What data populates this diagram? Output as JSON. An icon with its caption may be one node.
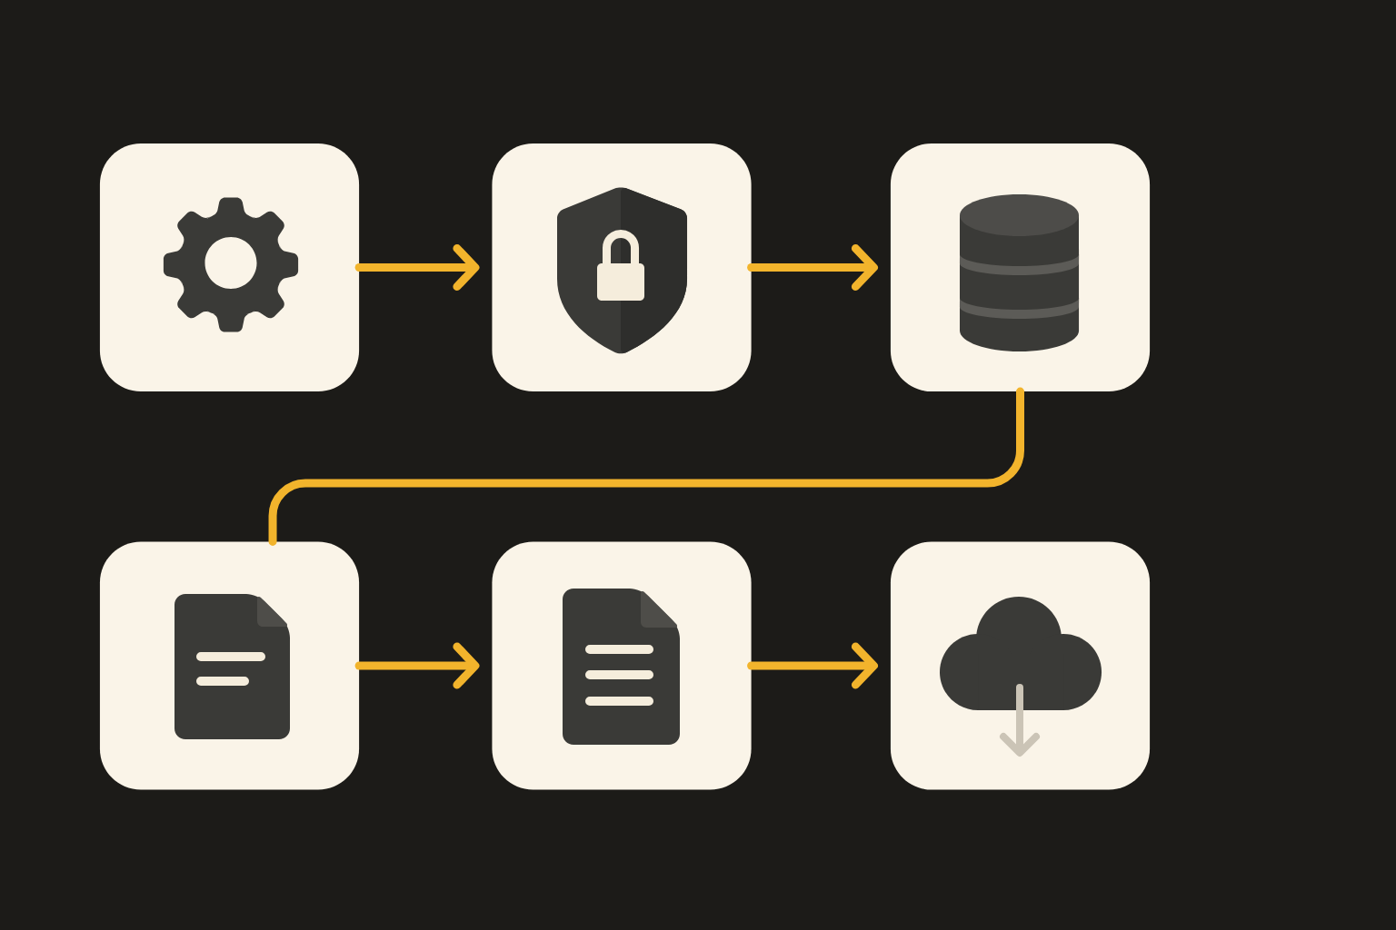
{
  "diagram": {
    "nodes": [
      {
        "text": [],
        "shape": "box"
      },
      {
        "text": [],
        "shape": "box"
      },
      {
        "text": [],
        "shape": "box"
      },
      {
        "text": [],
        "shape": "box"
      },
      {
        "text": [],
        "shape": "box"
      },
      {
        "text": [],
        "shape": "box"
      }
    ],
    "edges": [
      {
        "from": 0,
        "to": 1,
        "arrow": "to"
      },
      {
        "from": 1,
        "to": 2,
        "arrow": "to"
      },
      {
        "from": 2,
        "to": 3,
        "arrow": "none"
      },
      {
        "from": 3,
        "to": 4,
        "arrow": "to"
      },
      {
        "from": 4,
        "to": 5,
        "arrow": "to"
      }
    ]
  }
}
